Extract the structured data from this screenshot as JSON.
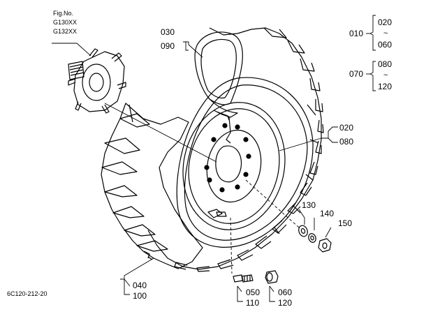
{
  "fig": {
    "title": "Fig.No.",
    "line1": "G130XX",
    "line2": "G132XX"
  },
  "drawing_code": "6C120-212-20",
  "callouts": {
    "c030": "030",
    "c090": "090",
    "c010": "010",
    "c020a": "020",
    "c060a": "060",
    "c070": "070",
    "c080a": "080",
    "c120a": "120",
    "tilde": "~",
    "c020b": "020",
    "c080b": "080",
    "c130": "130",
    "c140": "140",
    "c150": "150",
    "c040": "040",
    "c100": "100",
    "c050": "050",
    "c110": "110",
    "c060b": "060",
    "c120b": "120"
  }
}
